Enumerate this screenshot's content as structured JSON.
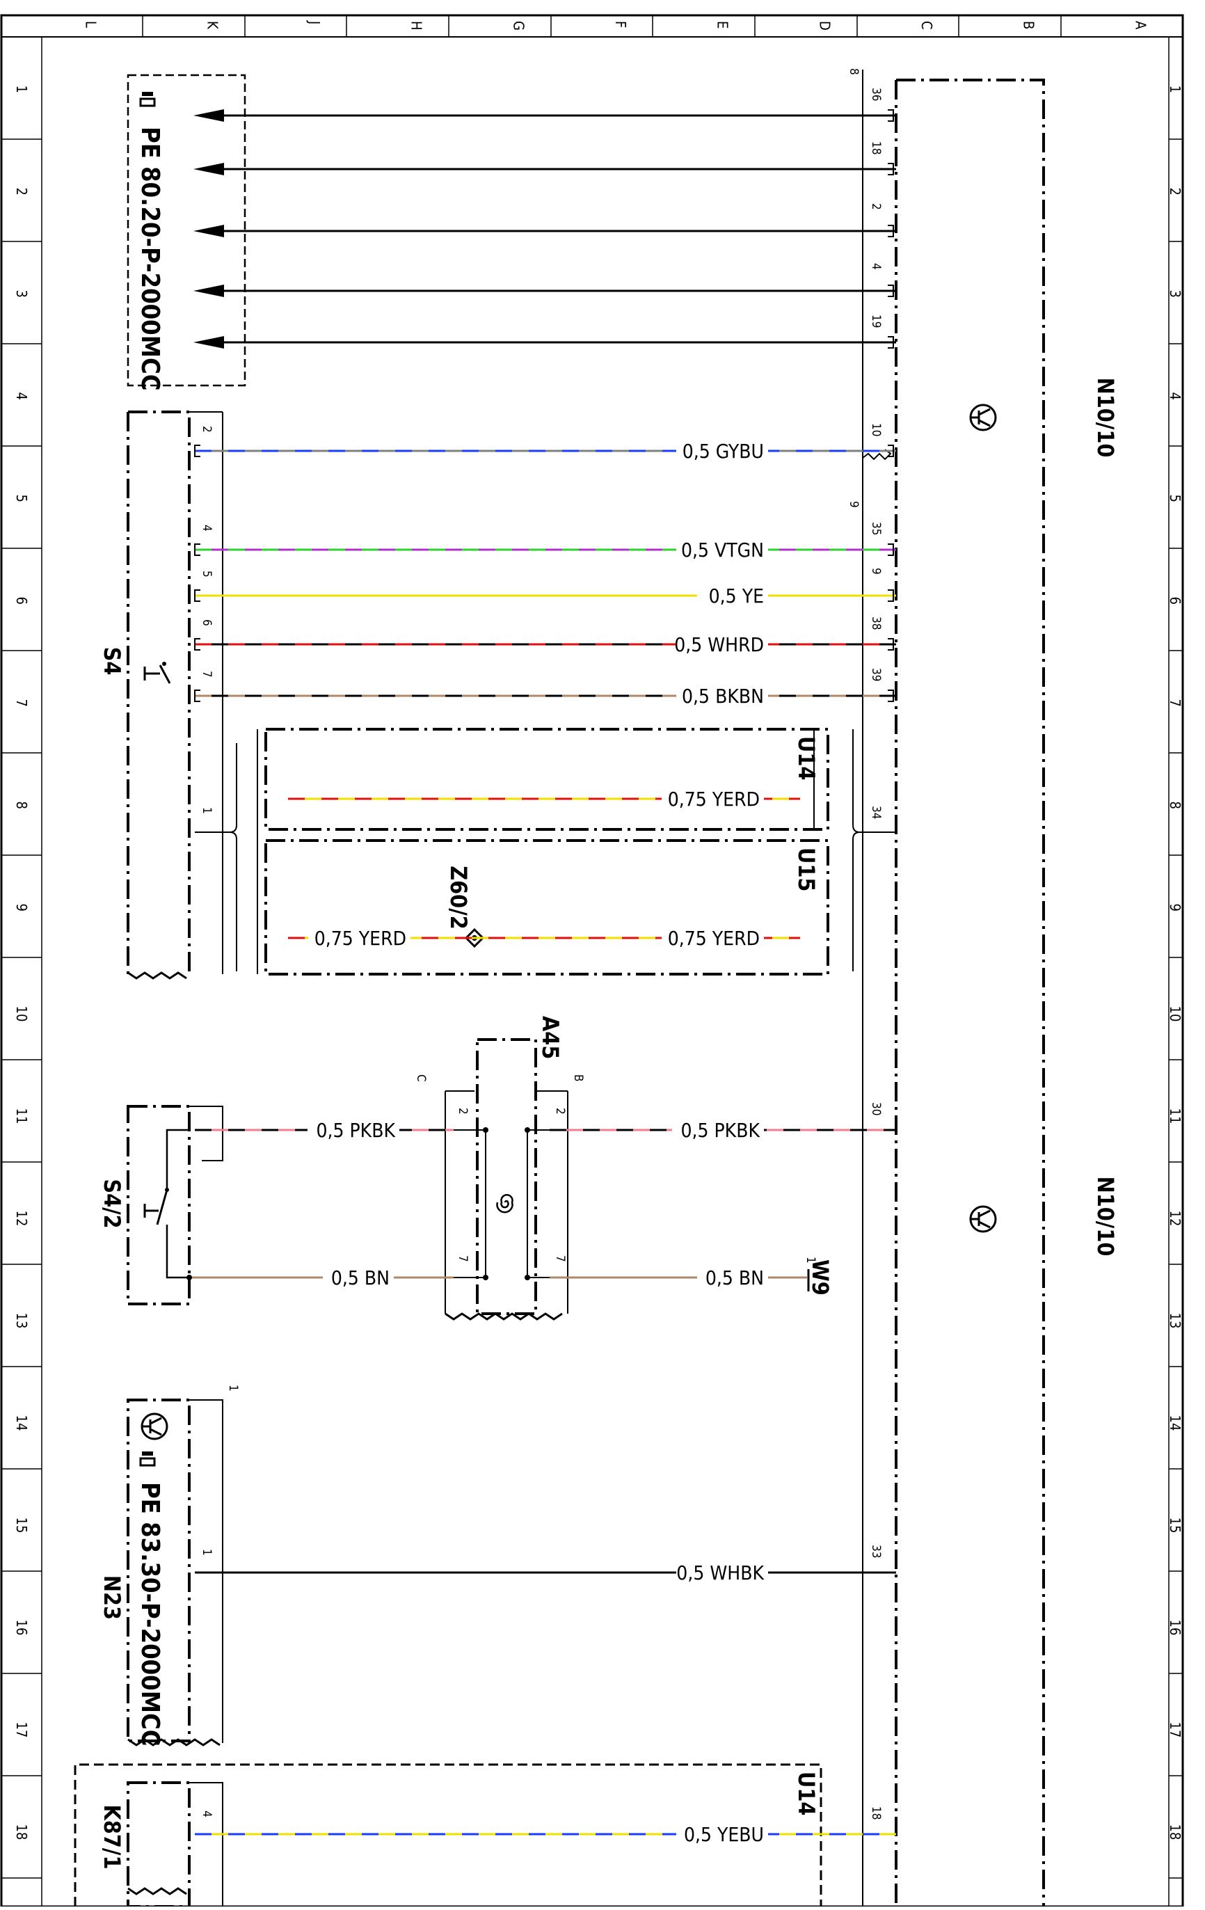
{
  "columns": [
    "L",
    "K",
    "J",
    "H",
    "G",
    "F",
    "E",
    "D",
    "C",
    "B",
    "A"
  ],
  "rows": [
    "1",
    "2",
    "3",
    "4",
    "5",
    "6",
    "7",
    "8",
    "9",
    "10",
    "11",
    "12",
    "13",
    "14",
    "15",
    "16",
    "17",
    "18"
  ],
  "references": {
    "ref1": "PE 80.20-P-2000MCC",
    "ref2": "PE 83.30-P-2000MCC"
  },
  "components": {
    "n10_top": "N10/10",
    "n10_bottom": "N10/10",
    "s4": "S4",
    "s4_2": "S4/2",
    "n23": "N23",
    "k87_1": "K87/1",
    "u14_top": "U14",
    "u15": "U15",
    "u14_bottom": "U14",
    "a45": "A45",
    "z60_2": "Z60/2",
    "w9": "W9"
  },
  "connectors": {
    "c8": "8",
    "c9": "9",
    "b": "B",
    "c": "C"
  },
  "arrow_pins": [
    "36",
    "18",
    "2",
    "4",
    "19"
  ],
  "wires": [
    {
      "label": "0,5 GYBU",
      "pin_right": "10",
      "pin_left": "2"
    },
    {
      "label": "0,5 VTGN",
      "pin_right": "35",
      "pin_left": "4"
    },
    {
      "label": "0,5 YE",
      "pin_right": "9",
      "pin_left": "5"
    },
    {
      "label": "0,5 WHRD",
      "pin_right": "38",
      "pin_left": "6"
    },
    {
      "label": "0,5 BKBN",
      "pin_right": "39",
      "pin_left": "7"
    },
    {
      "label": "0,75 YERD"
    },
    {
      "label": "0,75 YERD",
      "label_left": "0,75 YERD"
    },
    {
      "label": "0,5 PKBK",
      "pin_right": "30",
      "pin_mid": "2",
      "label_left": "0,5 PKBK",
      "pin_mid_left": "2"
    },
    {
      "label": "0,5 BN",
      "pin_w9": "1",
      "pin_mid": "7",
      "label_left": "0,5 BN",
      "pin_mid_left": "7"
    },
    {
      "label": "0,5 WHBK",
      "pin_right": "33",
      "pin_left": "1"
    },
    {
      "label": "0,5 YEBU",
      "pin_right": "18",
      "pin_left": "4"
    }
  ],
  "extra_pins": {
    "s4_pin1": "1",
    "n10_pin34": "34",
    "n23_top": "1"
  },
  "colors": {
    "GYBU": [
      "#808080",
      "#1a3cff"
    ],
    "VTGN": [
      "#b030d0",
      "#30d030"
    ],
    "YE": [
      "#f0e000",
      "#f0e000"
    ],
    "WHRD": [
      "#000000",
      "#e01010"
    ],
    "BKBN": [
      "#000000",
      "#b08868"
    ],
    "YERD": [
      "#f0e000",
      "#e01010"
    ],
    "PKBK": [
      "#f08090",
      "#000000"
    ],
    "BN": [
      "#b08868",
      "#b08868"
    ],
    "WHBK": [
      "#000000",
      "#000000"
    ],
    "YEBU": [
      "#f0e000",
      "#1a3cff"
    ]
  }
}
